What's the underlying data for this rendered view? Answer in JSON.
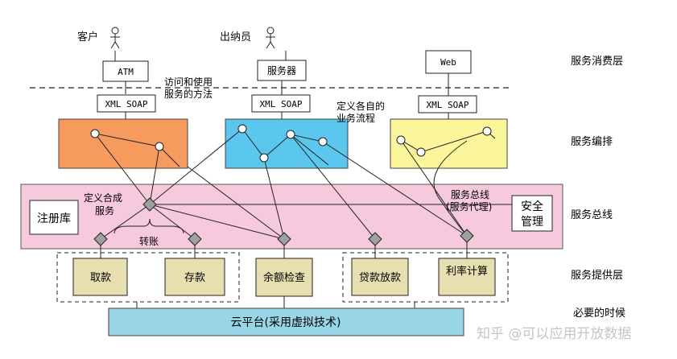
{
  "actors": {
    "customer": "客户",
    "teller": "出纳员"
  },
  "consumers": {
    "atm": "ATM",
    "server": "服务器",
    "web": "Web"
  },
  "protocol": {
    "xml_soap": "XML SOAP"
  },
  "annotations": {
    "access_line1": "访问和使用",
    "access_line2": "服务的方法",
    "process_line1": "定义各自的",
    "process_line2": "业务流程",
    "compose_line1": "定义合成",
    "compose_line2": "服务",
    "bus_line1": "服务总线",
    "bus_line2": "(服务代理)",
    "transfer": "转账",
    "when_needed": "必要的时候"
  },
  "bus_boxes": {
    "registry": "注册库",
    "security_line1": "安全",
    "security_line2": "管理"
  },
  "services": {
    "withdraw": "取款",
    "deposit": "存款",
    "balance": "余额检查",
    "loan": "贷款放款",
    "interest": "利率计算"
  },
  "cloud": "云平台(采用虚拟技术)",
  "layers": {
    "consumption": "服务消费层",
    "orchestration": "服务编排",
    "bus": "服务总线",
    "provision": "服务提供层"
  },
  "watermark": "知乎 @可以应用开放数据",
  "colors": {
    "orange": "#f79a5e",
    "blue": "#5bc6ee",
    "yellow": "#fbf59b",
    "pink": "#f7c9dd",
    "service": "#e8dfb0",
    "cloud": "#98d5e6",
    "diamond": "#a0a0a0"
  }
}
